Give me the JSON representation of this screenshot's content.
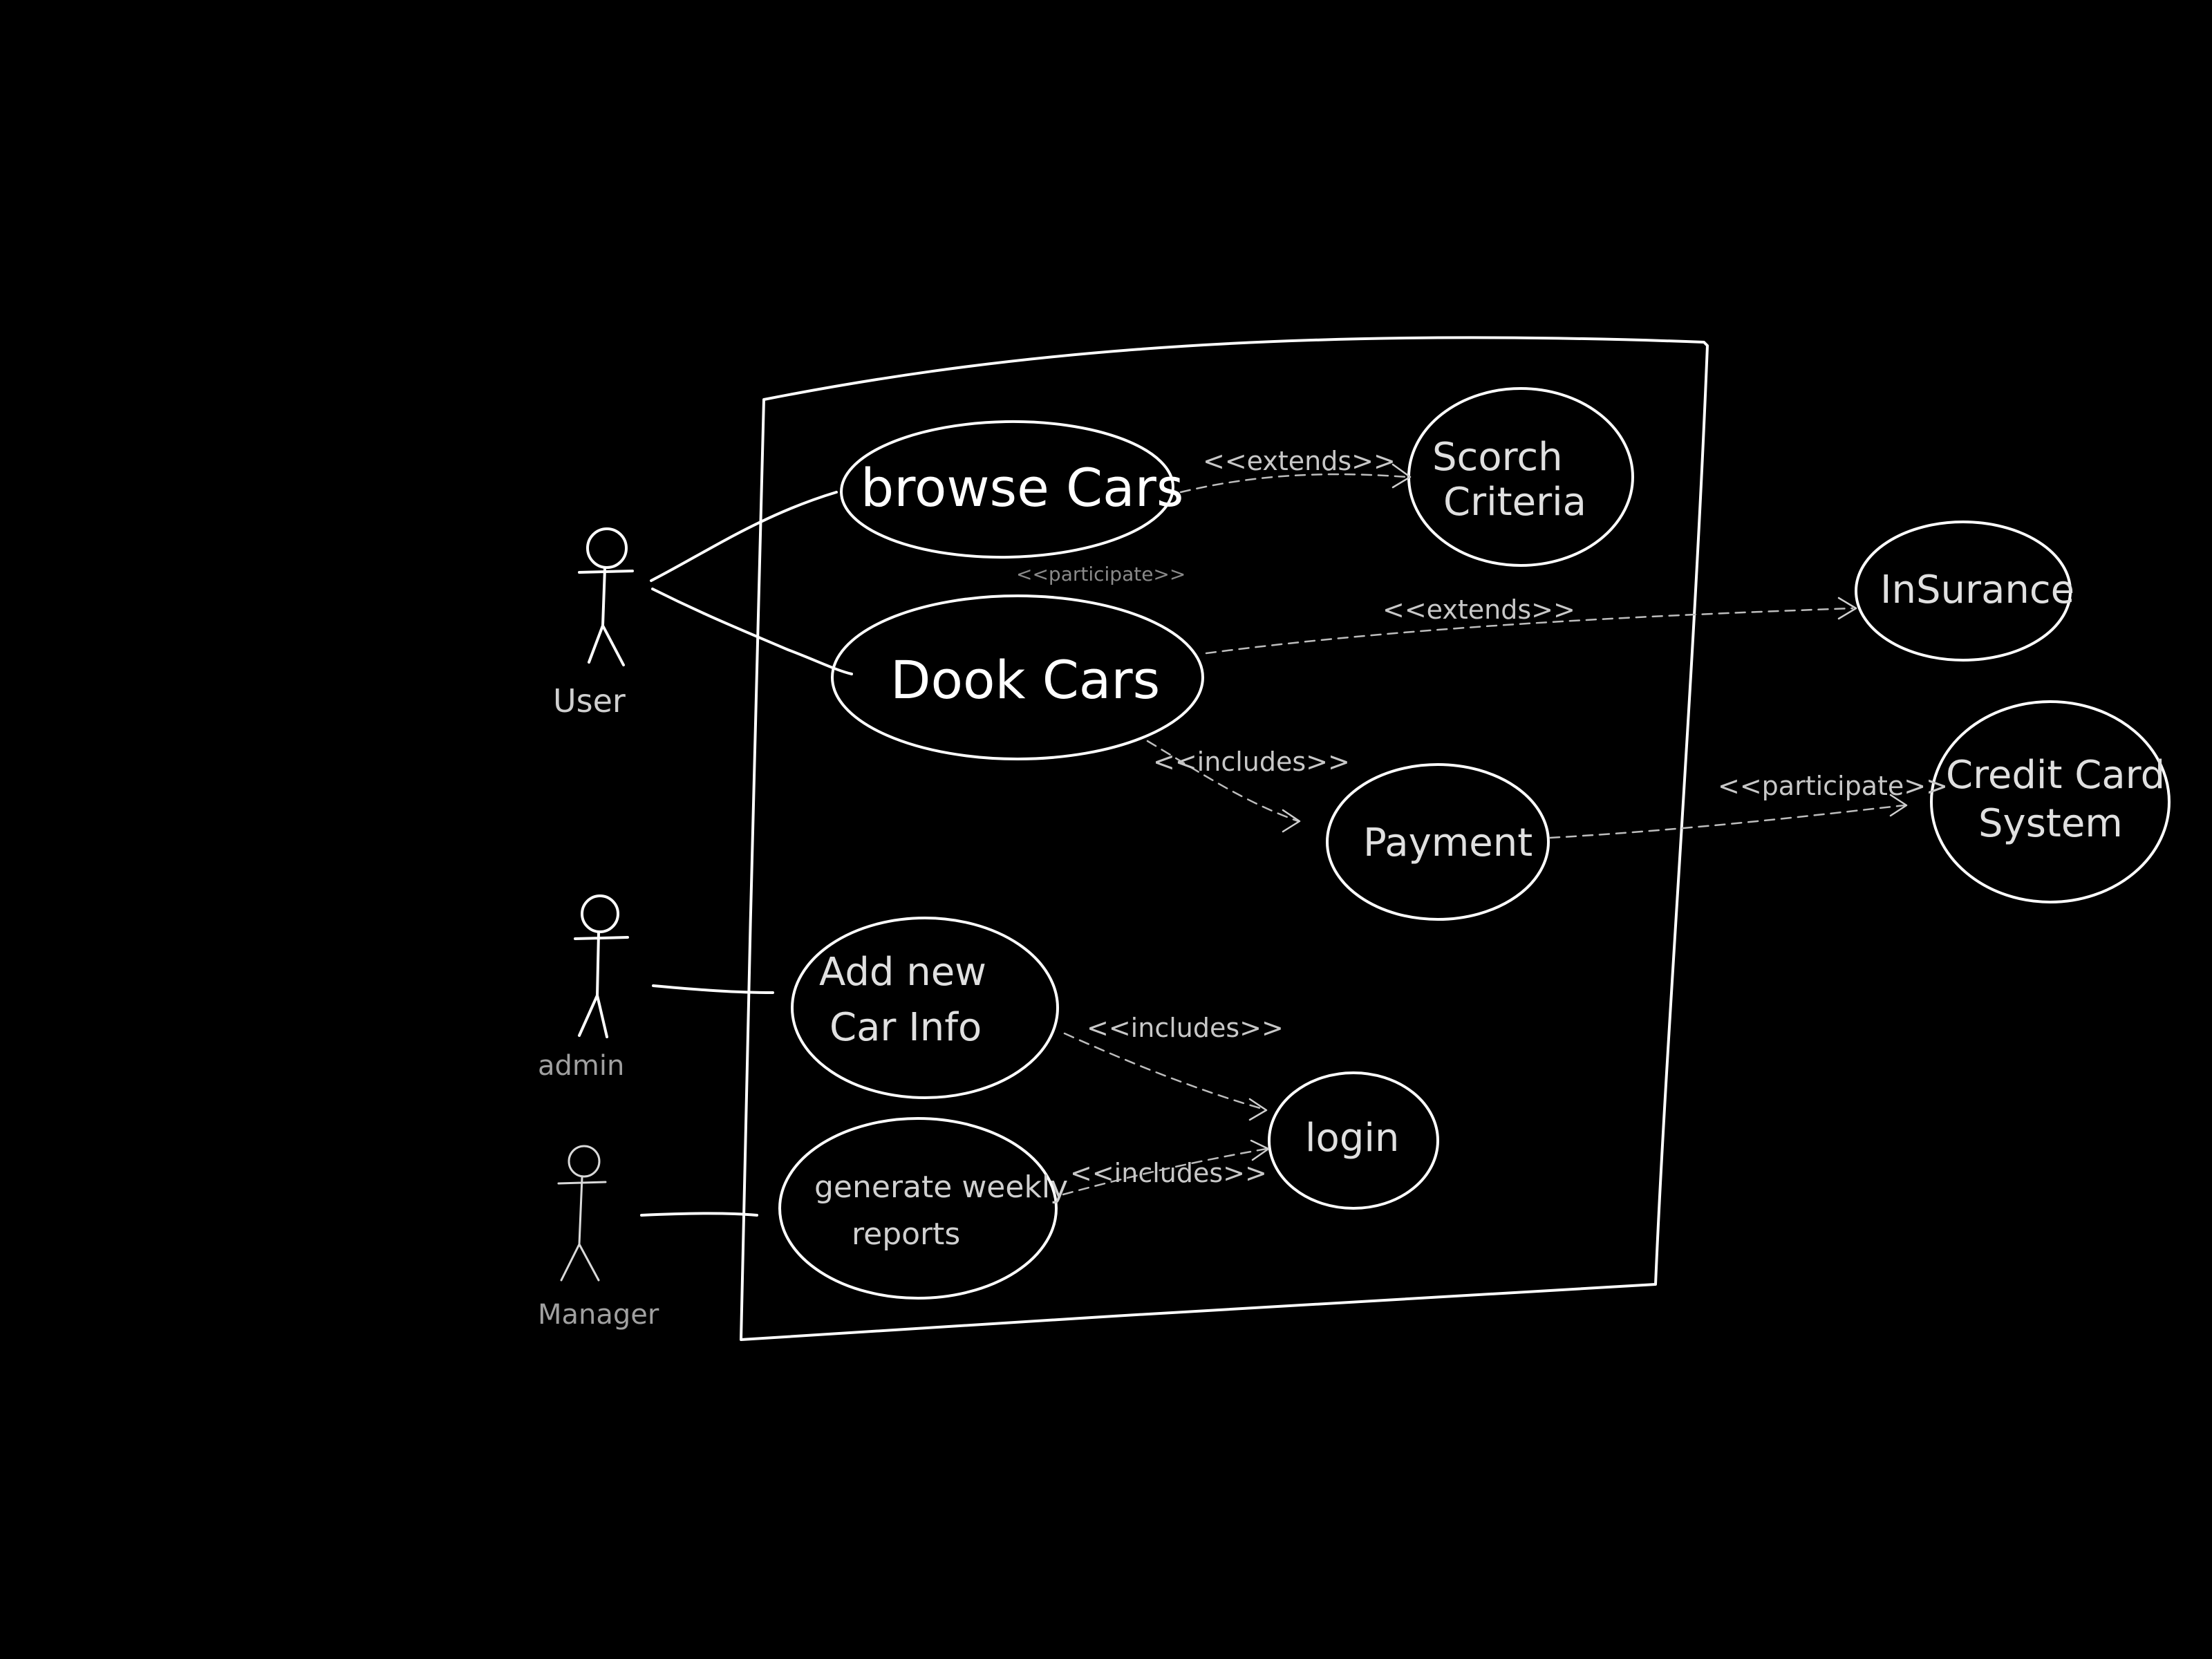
{
  "diagram": {
    "actors": [
      {
        "id": "user",
        "label": "User"
      },
      {
        "id": "admin",
        "label": "admin"
      },
      {
        "id": "manager",
        "label": "Manager"
      }
    ],
    "use_cases": {
      "browse_cars": "browse Cars",
      "book_cars": "Dook Cars",
      "search_criteria_line1": "Scorch",
      "search_criteria_line2": "Criteria",
      "insurance": "InSurance",
      "payment": "Payment",
      "credit_card_line1": "Credit Card",
      "credit_card_line2": "System",
      "add_car_line1": "Add new",
      "add_car_line2": "Car Info",
      "login": "login",
      "weekly_reports_line1": "generate weekly",
      "weekly_reports_line2": "reports"
    },
    "relations": {
      "browse_to_search": "<<extends>>",
      "browse_book_participate": "<<participate>>",
      "book_to_insurance": "<<extends>>",
      "book_to_payment": "<<includes>>",
      "payment_to_credit": "<<participate>>",
      "addcar_to_login": "<<includes>>",
      "reports_to_login": "<<includes>>"
    }
  },
  "colors": {
    "background": "#000000",
    "stroke": "#ffffff",
    "dashed": "#bdbdbd"
  }
}
